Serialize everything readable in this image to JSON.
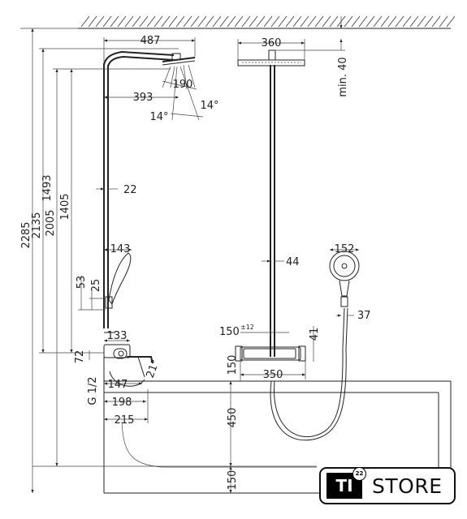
{
  "dimensions": {
    "top_width": "487",
    "head_diameter_side": "360",
    "head_diameter_front": "190",
    "arm_reach": "393",
    "tilt_left": "14°",
    "tilt_right": "14°",
    "min_ceiling": "min. 40",
    "total_height": "2285",
    "height_2135": "2135",
    "height_2005": "2005",
    "height_1493": "1493",
    "height_1405": "1405",
    "pipe_side": "22",
    "pipe_front": "44",
    "holder_depth": "143",
    "hand_shower_diameter": "152",
    "holder_53": "53",
    "holder_25": "25",
    "hose_outlet": "37",
    "thermostat_depth": "133",
    "thermostat_72": "72",
    "angle_21": "21°",
    "connection_147": "147",
    "thread": "G 1/2",
    "projection_198": "198",
    "projection_215": "215",
    "centers_150": "150",
    "centers_tolerance": "±12",
    "thermostat_height_41": "41",
    "thermostat_height_150": "150",
    "thermostat_width": "350",
    "tub_height": "450",
    "floor_offset": "150"
  },
  "logo": {
    "mark": "TI",
    "sup": "22",
    "word": "STORE"
  }
}
